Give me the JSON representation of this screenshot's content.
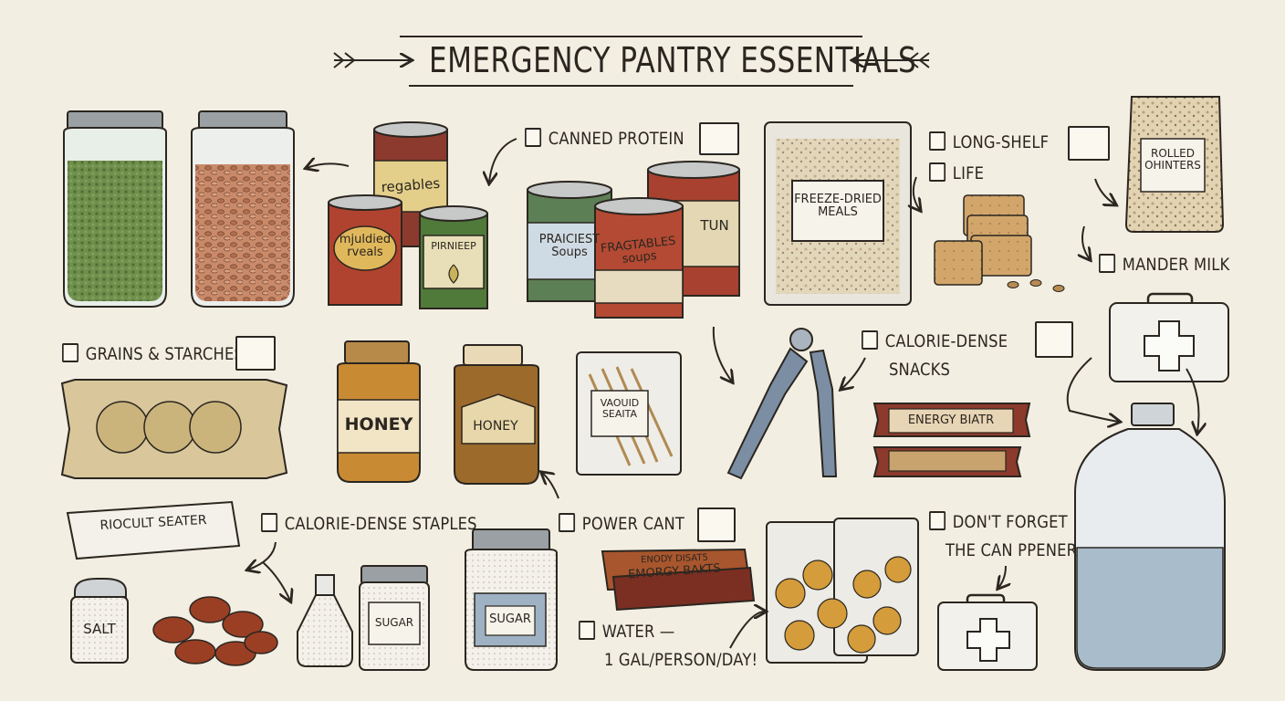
{
  "title": "EMERGENCY PANTRY ESSENTIALS",
  "labels": {
    "canned_protein": "CANNED PROTEIN",
    "long_shelf": "LONG-SHELF",
    "life": "LIFE",
    "mander_milk": "MANDER MILK",
    "grains_starches": "GRAINS & STARCHES",
    "calorie_dense": "CALORIE-DENSE",
    "snacks": "SNACKS",
    "calorie_dense_staples": "CALORIE-DENSE STAPLES",
    "power_cant": "POWER CANT",
    "water": "WATER —",
    "water_detail": "1 GAL/PERSON/DAY!",
    "dont_forget": "DON'T FORGET",
    "can_opener": "THE CAN PPENER"
  },
  "product_labels": {
    "vegetables": "regables",
    "mixed_meals": "mjuldied rveals",
    "pear_can": "PIRNIEEP",
    "soups_green": "PRAICIEST Soups",
    "soups_red": "FRAGTABLES soups",
    "tuna": "TUN",
    "freeze_dried": "FREEZE-DRIED MEALS",
    "rolled": "ROLLED OHINTERS",
    "honey_jar": "HONEY",
    "honey_bottle": "HONEY",
    "vacuum": "VAOUID SEAITA",
    "energy_bar": "ENERGY BIATR",
    "energy_top": "ENODY DISAT5",
    "energy_bottom": "EMORGY BAKTS",
    "biscuit": "RIOCULT SEATER",
    "salt": "SALT",
    "sugar_canister": "SUGAR",
    "sugar_jar": "SUGAR"
  },
  "colors": {
    "background": "#f3eee2",
    "ink": "#2b2620",
    "can_red": "#b0432f",
    "can_green": "#4f7a3a",
    "water_blue": "#a9bccb",
    "honey": "#c98a34"
  },
  "icons": [
    "jar-green-peas-icon",
    "jar-beans-icon",
    "can-icon",
    "freeze-dried-bag-icon",
    "crackers-icon",
    "rolled-oats-bag-icon",
    "first-aid-kit-icon",
    "water-jug-icon",
    "grain-bag-icon",
    "honey-jar-icon",
    "vacuum-sealed-bag-icon",
    "can-opener-icon",
    "energy-bars-icon",
    "salt-shaker-icon",
    "dried-fruit-icon",
    "sugar-canister-icon",
    "chips-bags-icon",
    "checkbox-icon"
  ]
}
